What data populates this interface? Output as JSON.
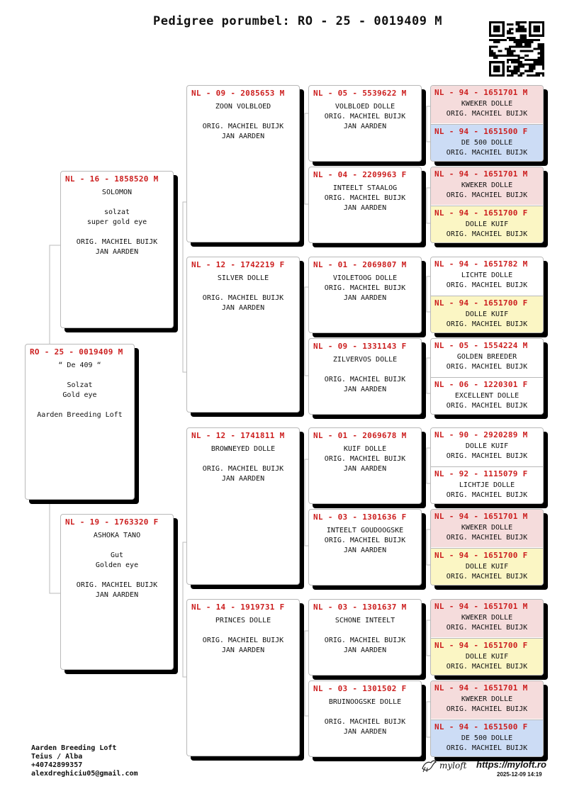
{
  "title": "Pedigree porumbel: RO - 25 - 0019409 M",
  "subject": {
    "ring": "RO - 25 - 0019409 M",
    "lines": [
      "“ De 409 “",
      "",
      "Solzat",
      "Gold eye",
      "",
      "Aarden Breeding Loft"
    ]
  },
  "gen1": [
    {
      "ring": "NL - 16 - 1858520 M",
      "lines": [
        "SOLOMON",
        "",
        "solzat",
        "super gold eye",
        "",
        "ORIG. MACHIEL BUIJK",
        "JAN AARDEN"
      ]
    },
    {
      "ring": "NL - 19 - 1763320 F",
      "lines": [
        "ASHOKA TANO",
        "",
        "Gut",
        "Golden eye",
        "",
        "ORIG. MACHIEL BUIJK",
        "JAN AARDEN"
      ]
    }
  ],
  "gen2": [
    {
      "ring": "NL - 09 - 2085653 M",
      "lines": [
        "ZOON VOLBLOED",
        "",
        "ORIG. MACHIEL BUIJK",
        "JAN AARDEN"
      ]
    },
    {
      "ring": "NL - 12 - 1742219 F",
      "lines": [
        "SILVER DOLLE",
        "",
        "ORIG. MACHIEL BUIJK",
        "JAN AARDEN"
      ]
    },
    {
      "ring": "NL - 12 - 1741811 M",
      "lines": [
        "BROWNEYED DOLLE",
        "",
        "ORIG. MACHIEL BUIJK",
        "JAN AARDEN"
      ]
    },
    {
      "ring": "NL - 14 - 1919731 F",
      "lines": [
        "PRINCES DOLLE",
        "",
        "ORIG. MACHIEL BUIJK",
        "JAN AARDEN"
      ]
    }
  ],
  "gen3": [
    {
      "ring": "NL - 05 - 5539622 M",
      "lines": [
        "VOLBLOED DOLLE",
        "ORIG. MACHIEL BUIJK",
        "JAN AARDEN"
      ]
    },
    {
      "ring": "NL - 04 - 2209963 F",
      "lines": [
        "INTEELT STAALOG",
        "ORIG. MACHIEL BUIJK",
        "JAN AARDEN"
      ]
    },
    {
      "ring": "NL - 01 - 2069807 M",
      "lines": [
        "VIOLETOOG DOLLE",
        "ORIG. MACHIEL BUIJK",
        "JAN AARDEN"
      ]
    },
    {
      "ring": "NL - 09 - 1331143 F",
      "lines": [
        "ZILVERVOS DOLLE",
        "",
        "ORIG. MACHIEL BUIJK",
        "JAN AARDEN"
      ]
    },
    {
      "ring": "NL - 01 - 2069678 M",
      "lines": [
        "KUIF DOLLE",
        "ORIG. MACHIEL BUIJK",
        "JAN AARDEN"
      ]
    },
    {
      "ring": "NL - 03 - 1301636 F",
      "lines": [
        "INTEELT GOUDOOGSKE",
        "ORIG. MACHIEL BUIJK",
        "JAN AARDEN"
      ]
    },
    {
      "ring": "NL - 03 - 1301637 M",
      "lines": [
        "SCHONE INTEELT",
        "",
        "ORIG. MACHIEL BUIJK",
        "JAN AARDEN"
      ]
    },
    {
      "ring": "NL - 03 - 1301502 F",
      "lines": [
        "BRUINOOGSKE DOLLE",
        "",
        "ORIG. MACHIEL BUIJK",
        "JAN AARDEN"
      ]
    }
  ],
  "gen4": [
    {
      "ring": "NL - 94 - 1651701 M",
      "lines": [
        "KWEKER DOLLE",
        "ORIG. MACHIEL BUIJK"
      ],
      "bg": "#f5dcdc"
    },
    {
      "ring": "NL - 94 - 1651500 F",
      "lines": [
        "DE 500 DOLLE",
        "ORIG. MACHIEL BUIJK"
      ],
      "bg": "#ccdcf5"
    },
    {
      "ring": "NL - 94 - 1651701 M",
      "lines": [
        "KWEKER DOLLE",
        "ORIG. MACHIEL BUIJK"
      ],
      "bg": "#f5dcdc"
    },
    {
      "ring": "NL - 94 - 1651700 F",
      "lines": [
        "DOLLE KUIF",
        "ORIG. MACHIEL BUIJK"
      ],
      "bg": "#fbf6c4"
    },
    {
      "ring": "NL - 94 - 1651782 M",
      "lines": [
        "LICHTE DOLLE",
        "ORIG. MACHIEL BUIJK"
      ],
      "bg": "#ffffff"
    },
    {
      "ring": "NL - 94 - 1651700 F",
      "lines": [
        "DOLLE KUIF",
        "ORIG. MACHIEL BUIJK"
      ],
      "bg": "#fbf6c4"
    },
    {
      "ring": "NL - 05 - 1554224 M",
      "lines": [
        "GOLDEN BREEDER",
        "ORIG. MACHIEL BUIJK"
      ],
      "bg": "#ffffff"
    },
    {
      "ring": "NL - 06 - 1220301 F",
      "lines": [
        "EXCELLENT DOLLE",
        "ORIG. MACHIEL BUIJK"
      ],
      "bg": "#ffffff"
    },
    {
      "ring": "NL - 90 - 2920289 M",
      "lines": [
        "DOLLE KUIF",
        "ORIG. MACHIEL BUIJK"
      ],
      "bg": "#ffffff"
    },
    {
      "ring": "NL - 92 - 1115079 F",
      "lines": [
        "LICHTJE DOLLE",
        "ORIG. MACHIEL BUIJK"
      ],
      "bg": "#ffffff"
    },
    {
      "ring": "NL - 94 - 1651701 M",
      "lines": [
        "KWEKER DOLLE",
        "ORIG. MACHIEL BUIJK"
      ],
      "bg": "#f5dcdc"
    },
    {
      "ring": "NL - 94 - 1651700 F",
      "lines": [
        "DOLLE KUIF",
        "ORIG. MACHIEL BUIJK"
      ],
      "bg": "#fbf6c4"
    },
    {
      "ring": "NL - 94 - 1651701 M",
      "lines": [
        "KWEKER DOLLE",
        "ORIG. MACHIEL BUIJK"
      ],
      "bg": "#f5dcdc"
    },
    {
      "ring": "NL - 94 - 1651700 F",
      "lines": [
        "DOLLE KUIF",
        "ORIG. MACHIEL BUIJK"
      ],
      "bg": "#fbf6c4"
    },
    {
      "ring": "NL - 94 - 1651701 M",
      "lines": [
        "KWEKER DOLLE",
        "ORIG. MACHIEL BUIJK"
      ],
      "bg": "#f5dcdc"
    },
    {
      "ring": "NL - 94 - 1651500 F",
      "lines": [
        "DE 500 DOLLE",
        "ORIG. MACHIEL BUIJK"
      ],
      "bg": "#ccdcf5"
    }
  ],
  "footer": {
    "owner": "Aarden Breeding Loft",
    "location": "Teius / Alba",
    "phone": "+40742899357",
    "email": "alexdreghiciu05@gmail.com",
    "logo_text": "myloft",
    "website": "https://myloft.ro",
    "generated": "2025-12-09 14:19"
  },
  "colors": {
    "ring": "#cc1f1f",
    "male_highlight": "#f5dcdc",
    "female_highlight_yellow": "#fbf6c4",
    "female_highlight_blue": "#ccdcf5"
  }
}
